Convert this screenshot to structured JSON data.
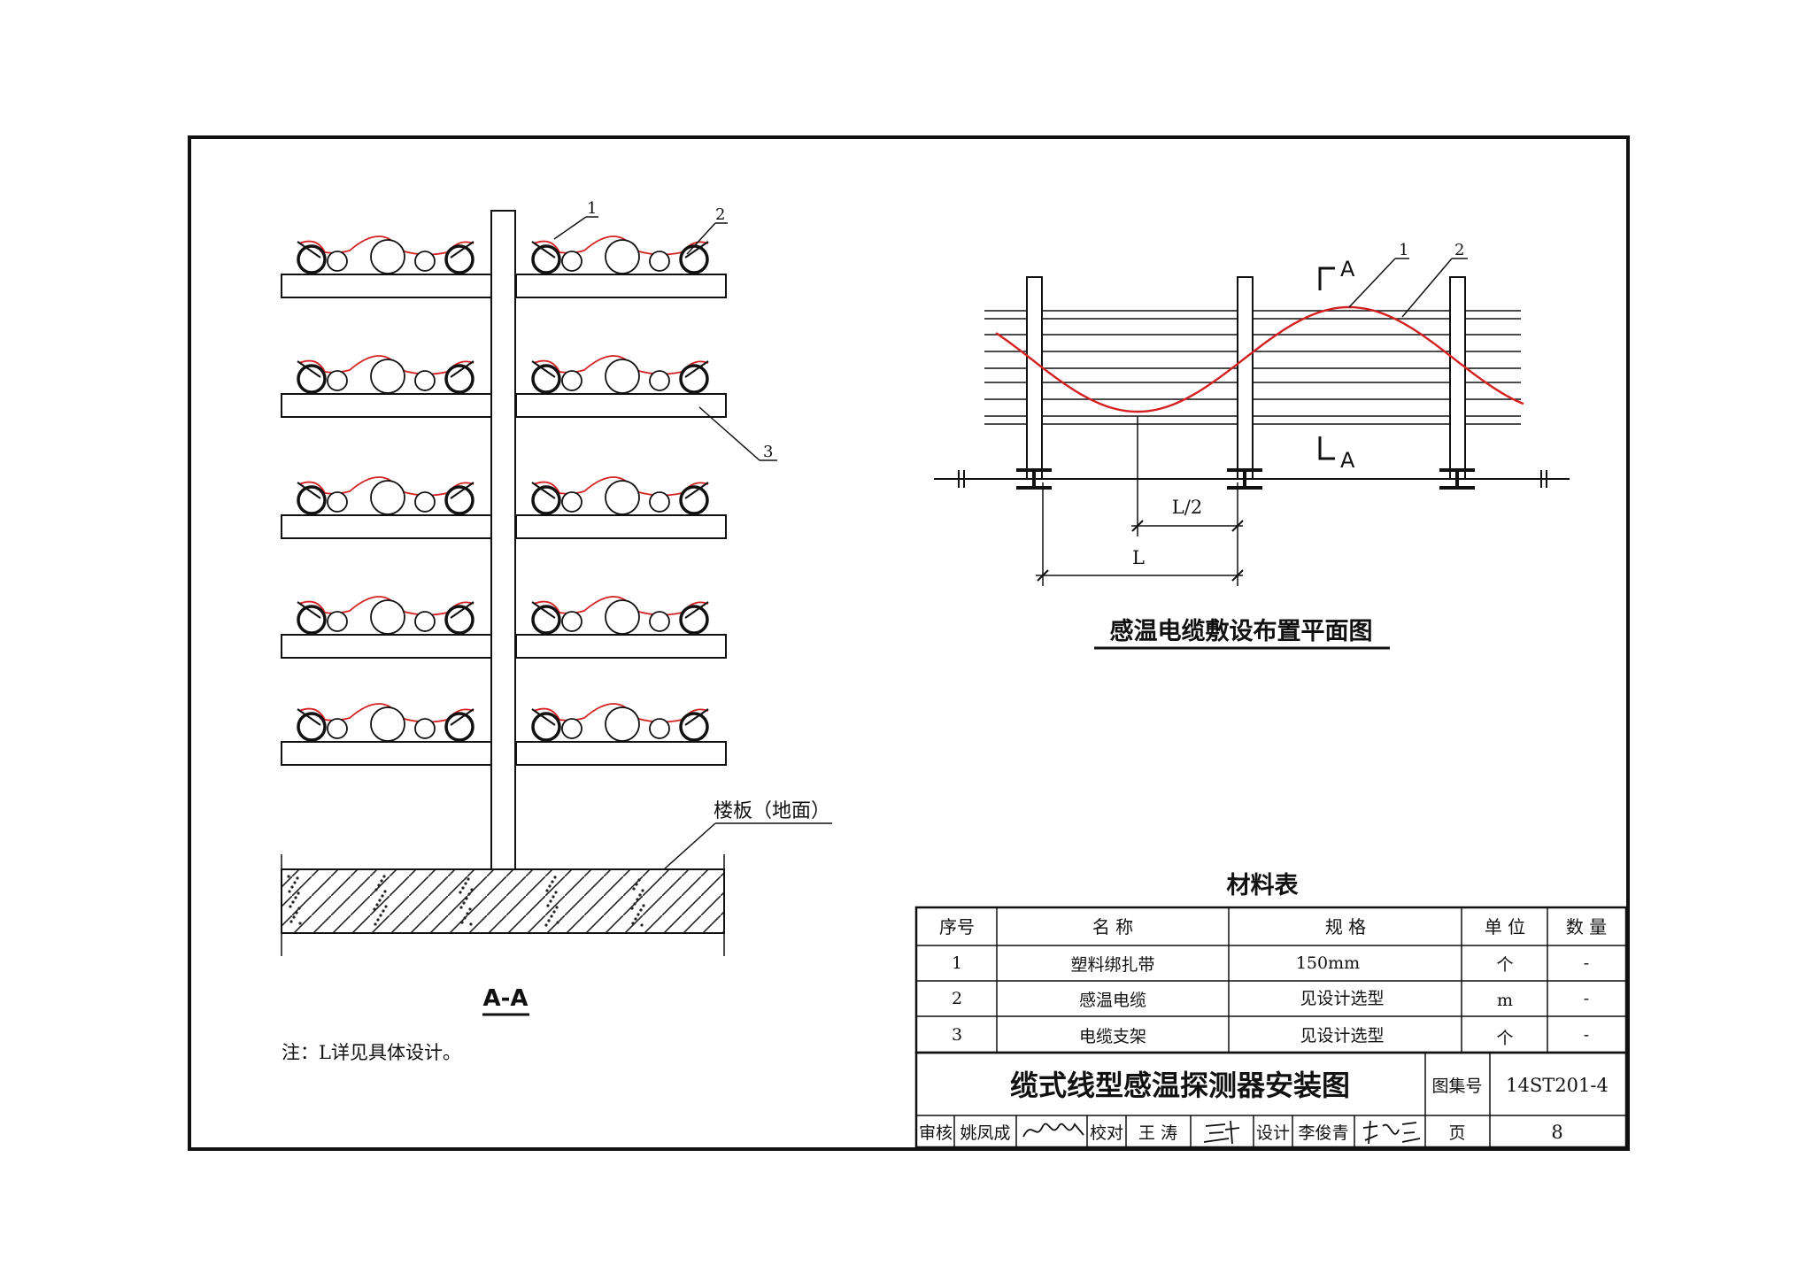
{
  "section_view": {
    "title": "A-A",
    "callouts": [
      "1",
      "2",
      "3"
    ],
    "floor_label": "楼板（地面）",
    "note": "注：L详见具体设计。"
  },
  "plan_view": {
    "title": "感温电缆敷设布置平面图",
    "callouts": [
      "1",
      "2"
    ],
    "section_marks": [
      "A",
      "A"
    ],
    "dims": {
      "half": "L/2",
      "full": "L"
    }
  },
  "materials_table": {
    "caption": "材料表",
    "headers": [
      "序号",
      "名 称",
      "规 格",
      "单 位",
      "数 量"
    ],
    "rows": [
      [
        "1",
        "塑料绑扎带",
        "150mm",
        "个",
        "-"
      ],
      [
        "2",
        "感温电缆",
        "见设计选型",
        "m",
        "-"
      ],
      [
        "3",
        "电缆支架",
        "见设计选型",
        "个",
        "-"
      ]
    ]
  },
  "title_block": {
    "drawing_title": "缆式线型感温探测器安装图",
    "atlas_label": "图集号",
    "atlas_no": "14ST201-4",
    "review_label": "审核",
    "reviewer": "姚凤成",
    "check_label": "校对",
    "checker": "王 涛",
    "design_label": "设计",
    "designer": "李俊青",
    "page_label": "页",
    "page_no": "8"
  },
  "colors": {
    "line": "#111111",
    "cable": "#d42020",
    "paper": "#ffffff"
  }
}
